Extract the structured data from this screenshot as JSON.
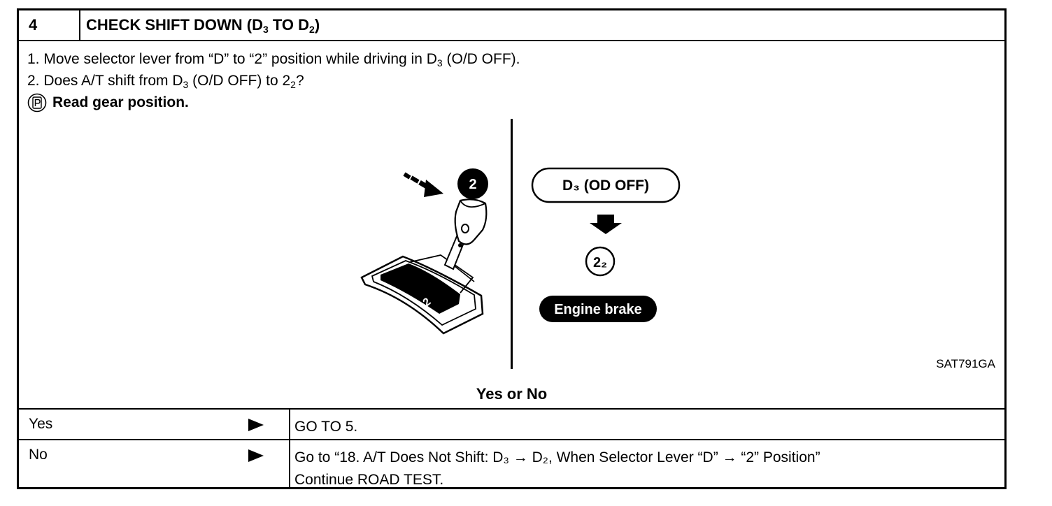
{
  "header": {
    "step_number": "4",
    "title": "CHECK SHIFT DOWN (D",
    "title_sub_1": "3",
    "title_mid": " TO D",
    "title_sub_2": "2",
    "title_end": ")"
  },
  "instructions": {
    "step1_a": "1.  Move selector lever from “D” to “2” position while driving in D",
    "step1_sub": "3",
    "step1_b": " (O/D OFF).",
    "step2_a": "2.  Does A/T shift from D",
    "step2_sub1": "3",
    "step2_b": " (O/D OFF) to 2",
    "step2_sub2": "2",
    "step2_c": "?",
    "note_icon": "p-circle-icon",
    "note": "Read gear position."
  },
  "figure": {
    "lever_position_badge": "2",
    "gate_label": "2",
    "flow_from": "D₃ (OD OFF)",
    "flow_to": "2₂",
    "flow_result": "Engine brake",
    "code": "SAT791GA"
  },
  "question": "Yes or No",
  "results": [
    {
      "label": "Yes",
      "action_line1": "GO TO 5.",
      "action_line2": ""
    },
    {
      "label": "No",
      "action_line1": "Go to “18. A/T Does Not Shift: D₃ → D₂, When Selector Lever “D” → “2” Position”",
      "action_line2": " Continue ROAD TEST."
    }
  ]
}
